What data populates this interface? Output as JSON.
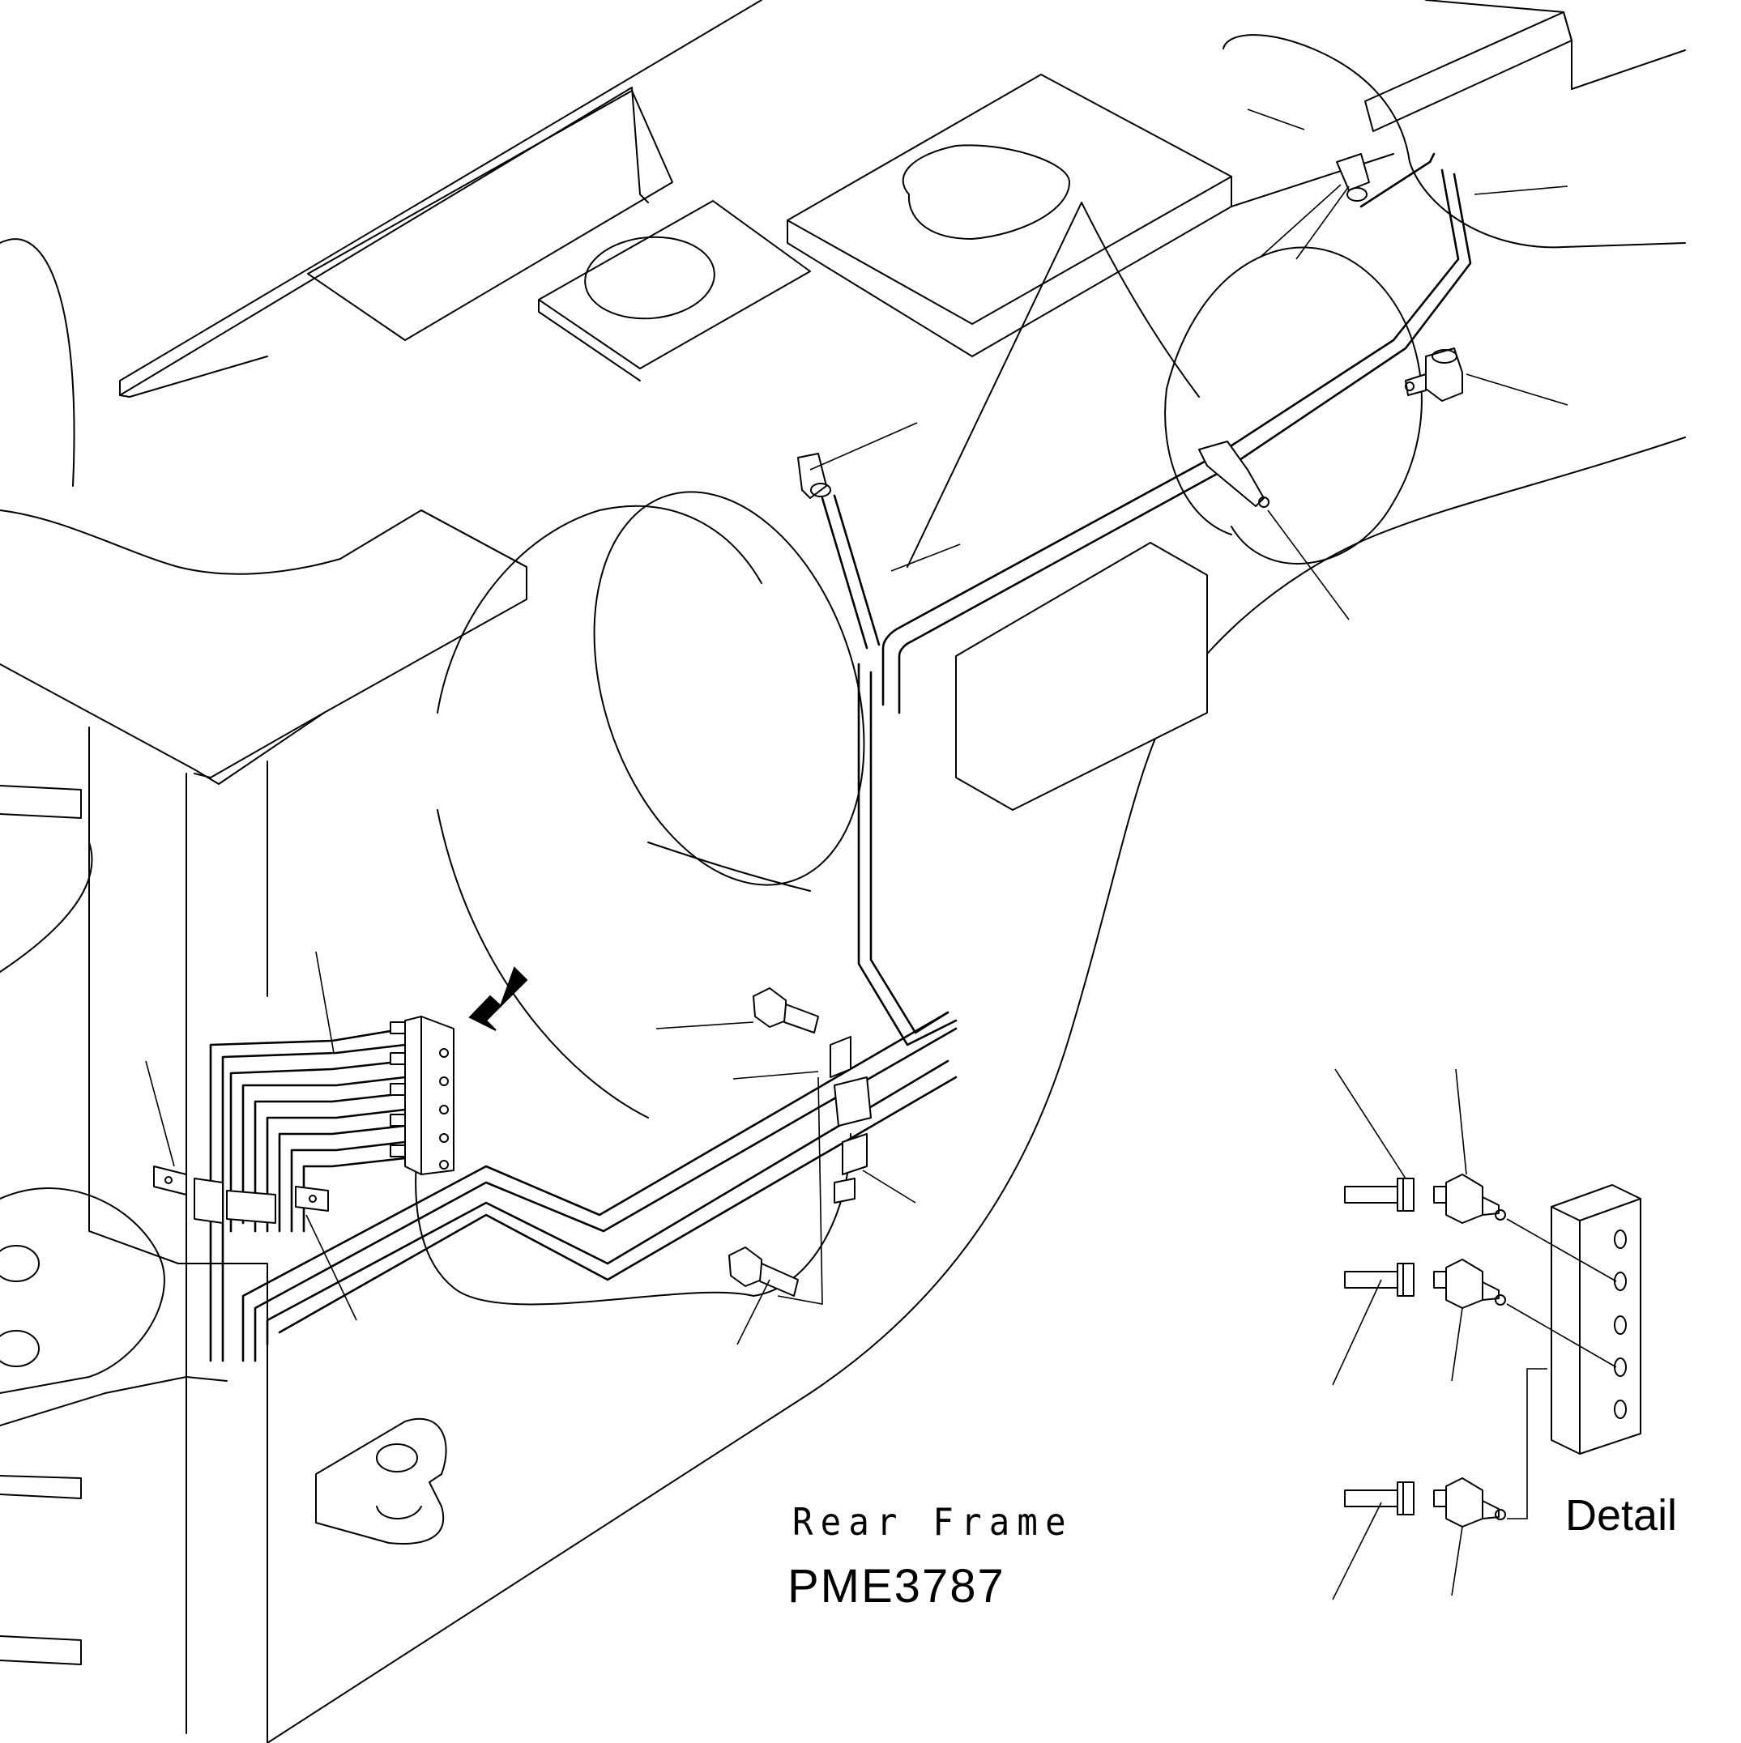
{
  "diagram": {
    "view_label": "Rear Frame",
    "drawing_code": "PME3787",
    "detail_label": "Detail"
  }
}
